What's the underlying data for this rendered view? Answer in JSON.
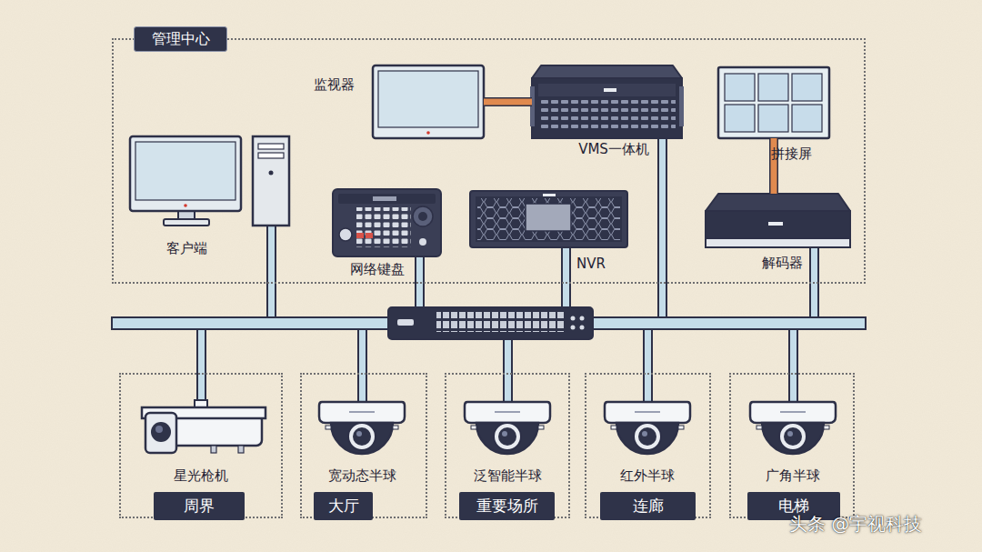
{
  "diagram": {
    "nodes": [
      {
        "text": [
          "管理中心"
        ]
      },
      {
        "text": [
          "监视器"
        ],
        "in": 0
      },
      {
        "text": [
          "VMS一体机"
        ],
        "in": 0
      },
      {
        "text": [
          "拼接屏"
        ],
        "in": 0
      },
      {
        "text": [
          "客户端"
        ],
        "in": 0
      },
      {
        "text": [
          "网络键盘"
        ],
        "in": 0
      },
      {
        "text": [
          "NVR"
        ],
        "in": 0
      },
      {
        "text": [
          "解码器"
        ],
        "in": 0
      },
      {
        "text": [
          "周界"
        ]
      },
      {
        "text": [
          "星光枪机"
        ],
        "in": 8
      },
      {
        "text": [
          "大厅"
        ]
      },
      {
        "text": [
          "宽动态半球"
        ],
        "in": 10
      },
      {
        "text": [
          "重要场所"
        ]
      },
      {
        "text": [
          "泛智能半球"
        ],
        "in": 12
      },
      {
        "text": [
          "连廊"
        ]
      },
      {
        "text": [
          "红外半球"
        ],
        "in": 14
      },
      {
        "text": [
          "电梯"
        ]
      },
      {
        "text": [
          "广角半球"
        ],
        "in": 16
      }
    ],
    "edges": [
      {
        "from": 1,
        "to": 2,
        "arrow": "none"
      },
      {
        "from": 3,
        "to": 7,
        "arrow": "none"
      }
    ],
    "labels": [
      "头条 @宇视科技"
    ]
  }
}
